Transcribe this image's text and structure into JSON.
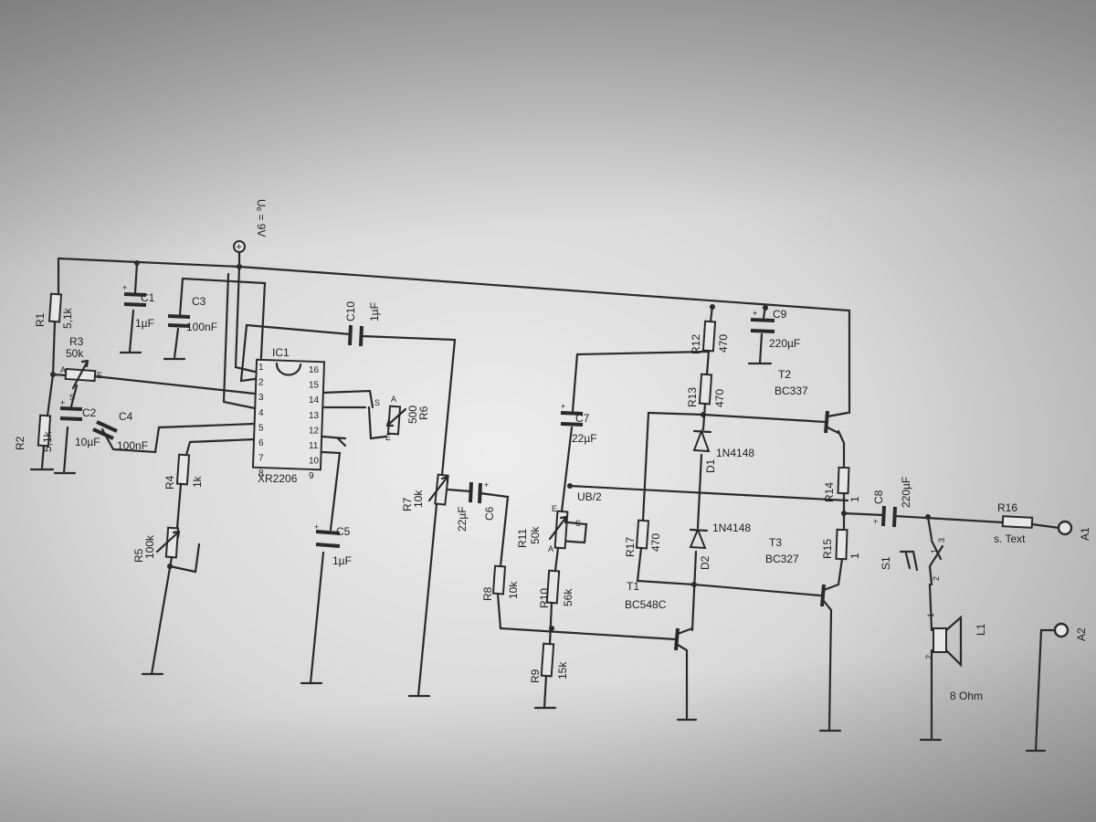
{
  "supply": {
    "label": "Uₑ = 9V",
    "symbol": "+"
  },
  "ic": {
    "ref": "IC1",
    "part": "XR2206",
    "left_pins": [
      "1",
      "2",
      "3",
      "4",
      "5",
      "6",
      "7",
      "8"
    ],
    "right_pins": [
      "16",
      "15",
      "14",
      "13",
      "12",
      "11",
      "10",
      "9"
    ]
  },
  "resistors": {
    "R1": {
      "ref": "R1",
      "value": "5,1k"
    },
    "R2": {
      "ref": "R2",
      "value": "5,1k"
    },
    "R4": {
      "ref": "R4",
      "value": "1k"
    },
    "R8": {
      "ref": "R8",
      "value": "10k"
    },
    "R9": {
      "ref": "R9",
      "value": "15k"
    },
    "R10": {
      "ref": "R10",
      "value": "56k"
    },
    "R12": {
      "ref": "R12",
      "value": "470"
    },
    "R13": {
      "ref": "R13",
      "value": "470"
    },
    "R14": {
      "ref": "R14",
      "value": "1"
    },
    "R15": {
      "ref": "R15",
      "value": "1"
    },
    "R16": {
      "ref": "R16",
      "value": "s. Text"
    },
    "R17": {
      "ref": "R17",
      "value": "470"
    }
  },
  "pots": {
    "R3": {
      "ref": "R3",
      "value": "50k"
    },
    "R5": {
      "ref": "R5",
      "value": "100k"
    },
    "R6": {
      "ref": "R6",
      "value": "500"
    },
    "R7": {
      "ref": "R7",
      "value": "10k"
    },
    "R11": {
      "ref": "R11",
      "value": "50k"
    }
  },
  "pot_terminals": {
    "a": "A",
    "e": "E",
    "s": "S"
  },
  "capacitors": {
    "C1": {
      "ref": "C1",
      "value": "1µF"
    },
    "C2": {
      "ref": "C2",
      "value": "10µF"
    },
    "C3": {
      "ref": "C3",
      "value": "100nF"
    },
    "C4": {
      "ref": "C4",
      "value": "100nF"
    },
    "C5": {
      "ref": "C5",
      "value": "1µF"
    },
    "C6": {
      "ref": "C6",
      "value": "22µF"
    },
    "C7": {
      "ref": "C7",
      "value": "22µF"
    },
    "C8": {
      "ref": "C8",
      "value": "220µF"
    },
    "C9": {
      "ref": "C9",
      "value": "220µF"
    },
    "C10": {
      "ref": "C10",
      "value": "1µF"
    }
  },
  "diodes": {
    "D1": {
      "ref": "D1",
      "value": "1N4148"
    },
    "D2": {
      "ref": "D2",
      "value": "1N4148"
    }
  },
  "transistors": {
    "T1": {
      "ref": "T1",
      "value": "BC548C"
    },
    "T2": {
      "ref": "T2",
      "value": "BC337"
    },
    "T3": {
      "ref": "T3",
      "value": "BC327"
    }
  },
  "net_labels": {
    "ub2": "UB/2"
  },
  "switch": {
    "ref": "S1",
    "pins": [
      "1",
      "2",
      "3"
    ]
  },
  "speaker": {
    "ref": "L1",
    "value": "8 Ohm",
    "pins": [
      "1",
      "2"
    ]
  },
  "terminals": {
    "a1": "A1",
    "a2": "A2"
  },
  "colors": {
    "ink": "#2a2a2a",
    "paper": "#e6e6e6"
  }
}
